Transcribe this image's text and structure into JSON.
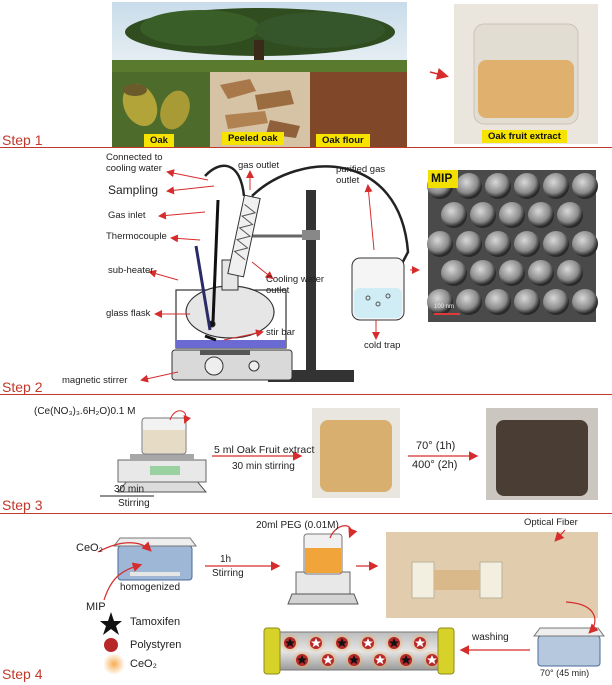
{
  "steps": {
    "s1": "Step 1",
    "s2": "Step 2",
    "s3": "Step 3",
    "s4": "Step 4"
  },
  "step1": {
    "oak": "Oak",
    "peeled_oak": "Peeled oak",
    "oak_flour": "Oak flour",
    "extract": "Oak fruit extract"
  },
  "step2": {
    "cooling_water_in": "Connected to\ncooling water",
    "sampling": "Sampling",
    "gas_inlet": "Gas inlet",
    "thermocouple": "Thermocouple",
    "sub_heater": "sub-heater",
    "glass_flask": "glass flask",
    "magnetic_stirrer": "magnetic stirrer",
    "gas_outlet": "gas outlet",
    "purified_gas": "purified gas\noutlet",
    "cooling_water_outlet": "Cooling water\noutlet",
    "stir_bar": "stir bar",
    "cold_trap": "cold trap",
    "mip": "MIP",
    "scale": "100 nm"
  },
  "step3": {
    "reagent": "(Ce(NO₃)₃.6H₂O)0.1 M",
    "extract_add": "5 ml Oak Fruit extract",
    "stirring30": "30 min stirring",
    "temp1": "70° (1h)",
    "temp2": "400° (2h)",
    "time": "30 min",
    "stirring": "Stirring"
  },
  "step4": {
    "ceo2": "CeO₂",
    "mip": "MIP",
    "homogenized": "homogenized",
    "time1h": "1h",
    "stirring": "Stirring",
    "peg": "20ml PEG (0.01M)",
    "optical_fiber": "Optical Fiber",
    "washing": "washing",
    "wash_temp": "70° (45 min)",
    "legend_tamoxifen": "Tamoxifen",
    "legend_polystyren": "Polystyren",
    "legend_ceo2": "CeO₂"
  }
}
